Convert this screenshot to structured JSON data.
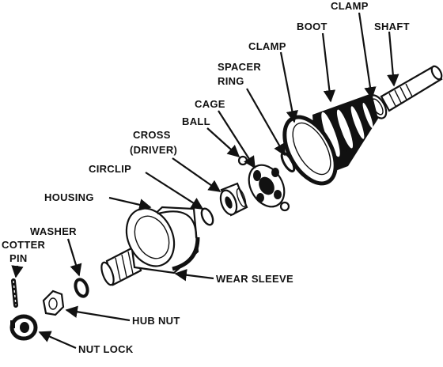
{
  "labels": {
    "clamp_top": "CLAMP",
    "boot": "BOOT",
    "shaft": "SHAFT",
    "clamp_left": "CLAMP",
    "spacer_line1": "SPACER",
    "spacer_line2": "RING",
    "cage": "CAGE",
    "ball": "BALL",
    "cross_line1": "CROSS",
    "cross_line2": "(DRIVER)",
    "circlip": "CIRCLIP",
    "housing": "HOUSING",
    "washer": "WASHER",
    "cotter_line1": "COTTER",
    "cotter_line2": "PIN",
    "wear_sleeve": "WEAR SLEEVE",
    "hub_nut": "HUB NUT",
    "nut_lock": "NUT LOCK"
  },
  "colors": {
    "ink": "#111111",
    "paper": "#ffffff"
  }
}
